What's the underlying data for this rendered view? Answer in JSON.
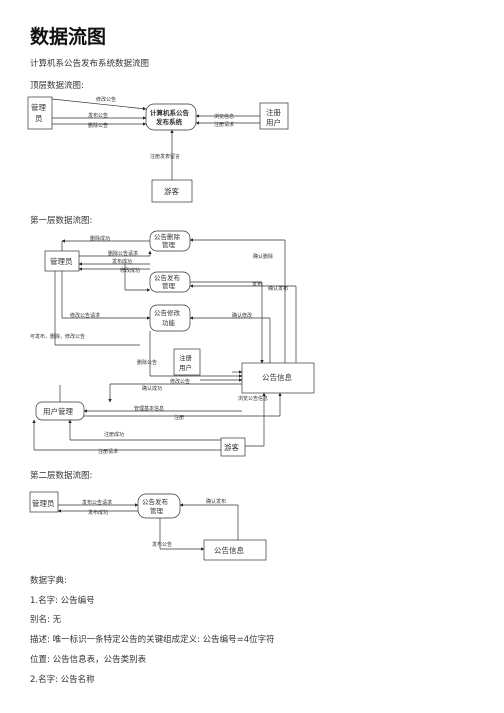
{
  "title": "数据流图",
  "subtitle": "计算机系公告发布系统数据流图",
  "top_level": {
    "heading": "顶层数据流图:",
    "admin": [
      "管理",
      "员"
    ],
    "system": [
      "计算机系公告",
      "发布系统"
    ],
    "user": [
      "注册",
      "用户"
    ],
    "visitor": "游客",
    "f_modify": "修改公告",
    "f_publish": "发布公告",
    "f_delete": "删除公告",
    "f_browse": "浏览信息",
    "f_register": "注册请求",
    "f_visitor": "注册发表留言"
  },
  "level1": {
    "heading": "第一层数据流图:",
    "delete_proc": [
      "公告删除",
      "管理"
    ],
    "publish_proc": [
      "公告发布",
      "管理"
    ],
    "modify_proc": [
      "公告修改",
      "功能"
    ],
    "admin": "管理员",
    "reg_user": [
      "注册",
      "用户"
    ],
    "notice_info": "公告信息",
    "user_mgmt": "用户管理",
    "visitor": "游客",
    "f_del_success": "删除成功",
    "f_del_request": "删除公告请求",
    "f_pub_success": "发布成功",
    "f_mod_success": "修改成功",
    "f_confirm_delete": "确认删除",
    "f_publish": "发布",
    "f_confirm_publish": "确认发布",
    "f_mod_request": "修改公告请求",
    "f_confirm_modify": "确认修改",
    "f_admin_note": "可发布，删除，修改公告",
    "f_del_notice": "删除公告",
    "f_mod_notice": "修改公告",
    "f_confirm_success": "确认成功",
    "f_manage_info": "管理基本信息",
    "f_browse": "浏览公告信息",
    "f_register_lbl": "注册",
    "f_reg_success": "注册成功",
    "f_reg_request": "注册请求"
  },
  "level2": {
    "heading": "第二层数据流图:",
    "admin": "管理员",
    "proc": [
      "公告发布",
      "管理"
    ],
    "store": "公告信息",
    "f_pub_request": "发布公告请求",
    "f_pub_success": "发布成功",
    "f_confirm": "确认发布",
    "f_pub_notice": "发布公告"
  },
  "dictionary": {
    "heading": "数据字典:",
    "lines": [
      "1.名字:  公告编号",
      "别名:  无",
      "描述:  唯一标识一条特定公告的关键组成定义:  公告编号=4位字符",
      "位置:  公告信息表，公告类别表",
      "2.名字:  公告名称"
    ]
  }
}
